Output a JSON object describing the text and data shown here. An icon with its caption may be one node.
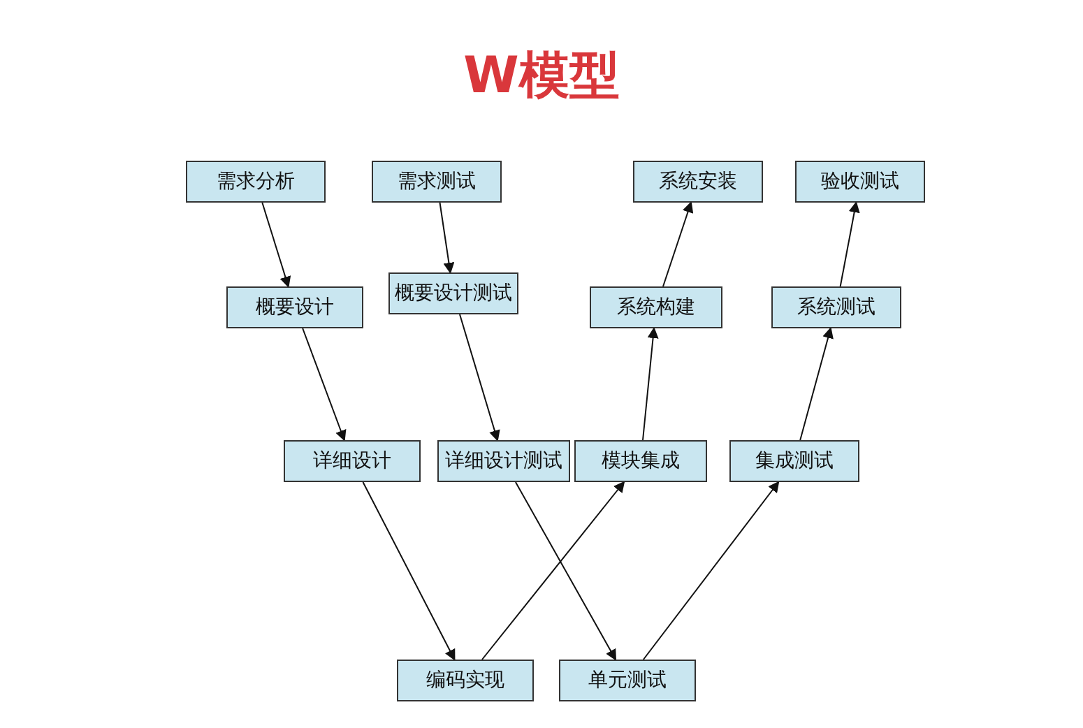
{
  "diagram": {
    "title": "W模型",
    "nodes": [
      {
        "text": [
          "需求分析"
        ]
      },
      {
        "text": [
          "需求测试"
        ]
      },
      {
        "text": [
          "系统安装"
        ]
      },
      {
        "text": [
          "验收测试"
        ]
      },
      {
        "text": [
          "概要设计"
        ]
      },
      {
        "text": [
          "概要设计测试"
        ]
      },
      {
        "text": [
          "系统构建"
        ]
      },
      {
        "text": [
          "系统测试"
        ]
      },
      {
        "text": [
          "详细设计"
        ]
      },
      {
        "text": [
          "详细设计测试"
        ]
      },
      {
        "text": [
          "模块集成"
        ]
      },
      {
        "text": [
          "集成测试"
        ]
      },
      {
        "text": [
          "编码实现"
        ]
      },
      {
        "text": [
          "单元测试"
        ]
      }
    ],
    "edges": [
      {
        "from": 0,
        "to": 4,
        "arrow": "to"
      },
      {
        "from": 4,
        "to": 8,
        "arrow": "to"
      },
      {
        "from": 8,
        "to": 12,
        "arrow": "to"
      },
      {
        "from": 1,
        "to": 5,
        "arrow": "to"
      },
      {
        "from": 5,
        "to": 9,
        "arrow": "to"
      },
      {
        "from": 9,
        "to": 13,
        "arrow": "to"
      },
      {
        "from": 12,
        "to": 10,
        "arrow": "to"
      },
      {
        "from": 10,
        "to": 6,
        "arrow": "to"
      },
      {
        "from": 6,
        "to": 2,
        "arrow": "to"
      },
      {
        "from": 13,
        "to": 11,
        "arrow": "to"
      },
      {
        "from": 11,
        "to": 7,
        "arrow": "to"
      },
      {
        "from": 7,
        "to": 3,
        "arrow": "to"
      }
    ]
  }
}
